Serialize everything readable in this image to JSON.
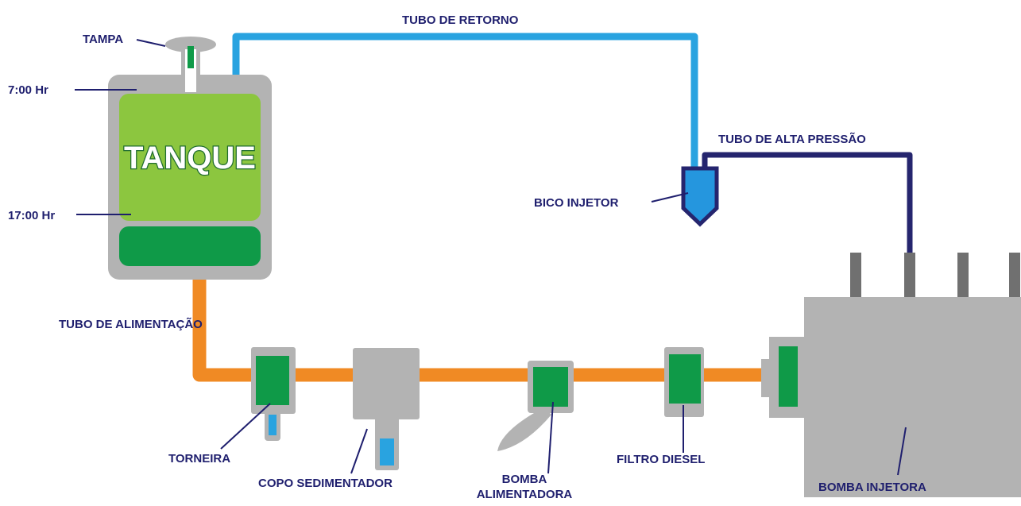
{
  "labels": {
    "tampa": "TAMPA",
    "time_top": "7:00 Hr",
    "time_bottom": "17:00 Hr",
    "tank": "TANQUE",
    "return_tube": "TUBO DE RETORNO",
    "high_pressure_tube": "TUBO DE ALTA PRESSÃO",
    "injector_nozzle": "BICO INJETOR",
    "feed_tube": "TUBO DE ALIMENTAÇÃO",
    "valve": "TORNEIRA",
    "sediment_cup": "COPO SEDIMENTADOR",
    "feed_pump_line1": "BOMBA",
    "feed_pump_line2": "ALIMENTADORA",
    "diesel_filter": "FILTRO DIESEL",
    "injection_pump": "BOMBA INJETORA"
  },
  "colors": {
    "label_text": "#1f1f6e",
    "tank_gray": "#b3b3b3",
    "fuel_light_green": "#8cc63f",
    "component_green": "#0f9a48",
    "return_tube_blue": "#29a3e0",
    "high_pressure_tube_navy": "#25256e",
    "feed_tube_orange": "#f08a24",
    "injector_blue": "#2596de"
  }
}
